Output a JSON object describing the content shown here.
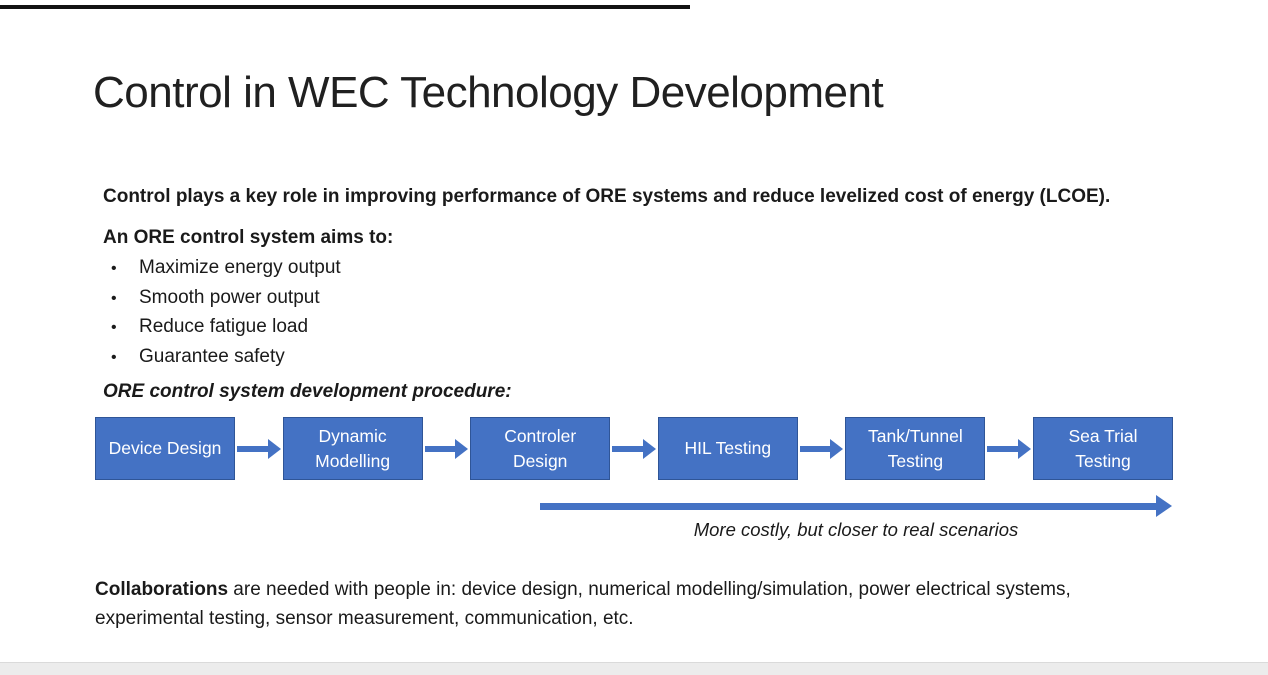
{
  "slide": {
    "title": "Control in WEC Technology Development",
    "intro": "Control plays a key role in improving performance of ORE systems and reduce levelized cost of energy (LCOE).",
    "aims_heading": "An ORE control system aims to:",
    "bullet_glyph": "•",
    "aims": [
      "Maximize energy output",
      "Smooth power output",
      "Reduce fatigue load",
      "Guarantee safety"
    ],
    "procedure_heading": "ORE control system development procedure:",
    "procedure_steps": [
      "Device Design",
      "Dynamic Modelling",
      "Controler Design",
      "HIL Testing",
      "Tank/Tunnel Testing",
      "Sea Trial Testing"
    ],
    "arrow_caption": "More costly, but closer to real scenarios",
    "collaboration_bold": "Collaborations",
    "collaboration_rest": " are needed with people in: device design, numerical modelling/simulation, power electrical systems, experimental testing, sensor measurement, communication, etc."
  },
  "colors": {
    "box_fill": "#4472C4",
    "box_border": "#2F5597",
    "arrow": "#4472C4",
    "text": "#1a1a1a",
    "progress_bar": "#121212",
    "bottom_strip": "#ececec"
  }
}
